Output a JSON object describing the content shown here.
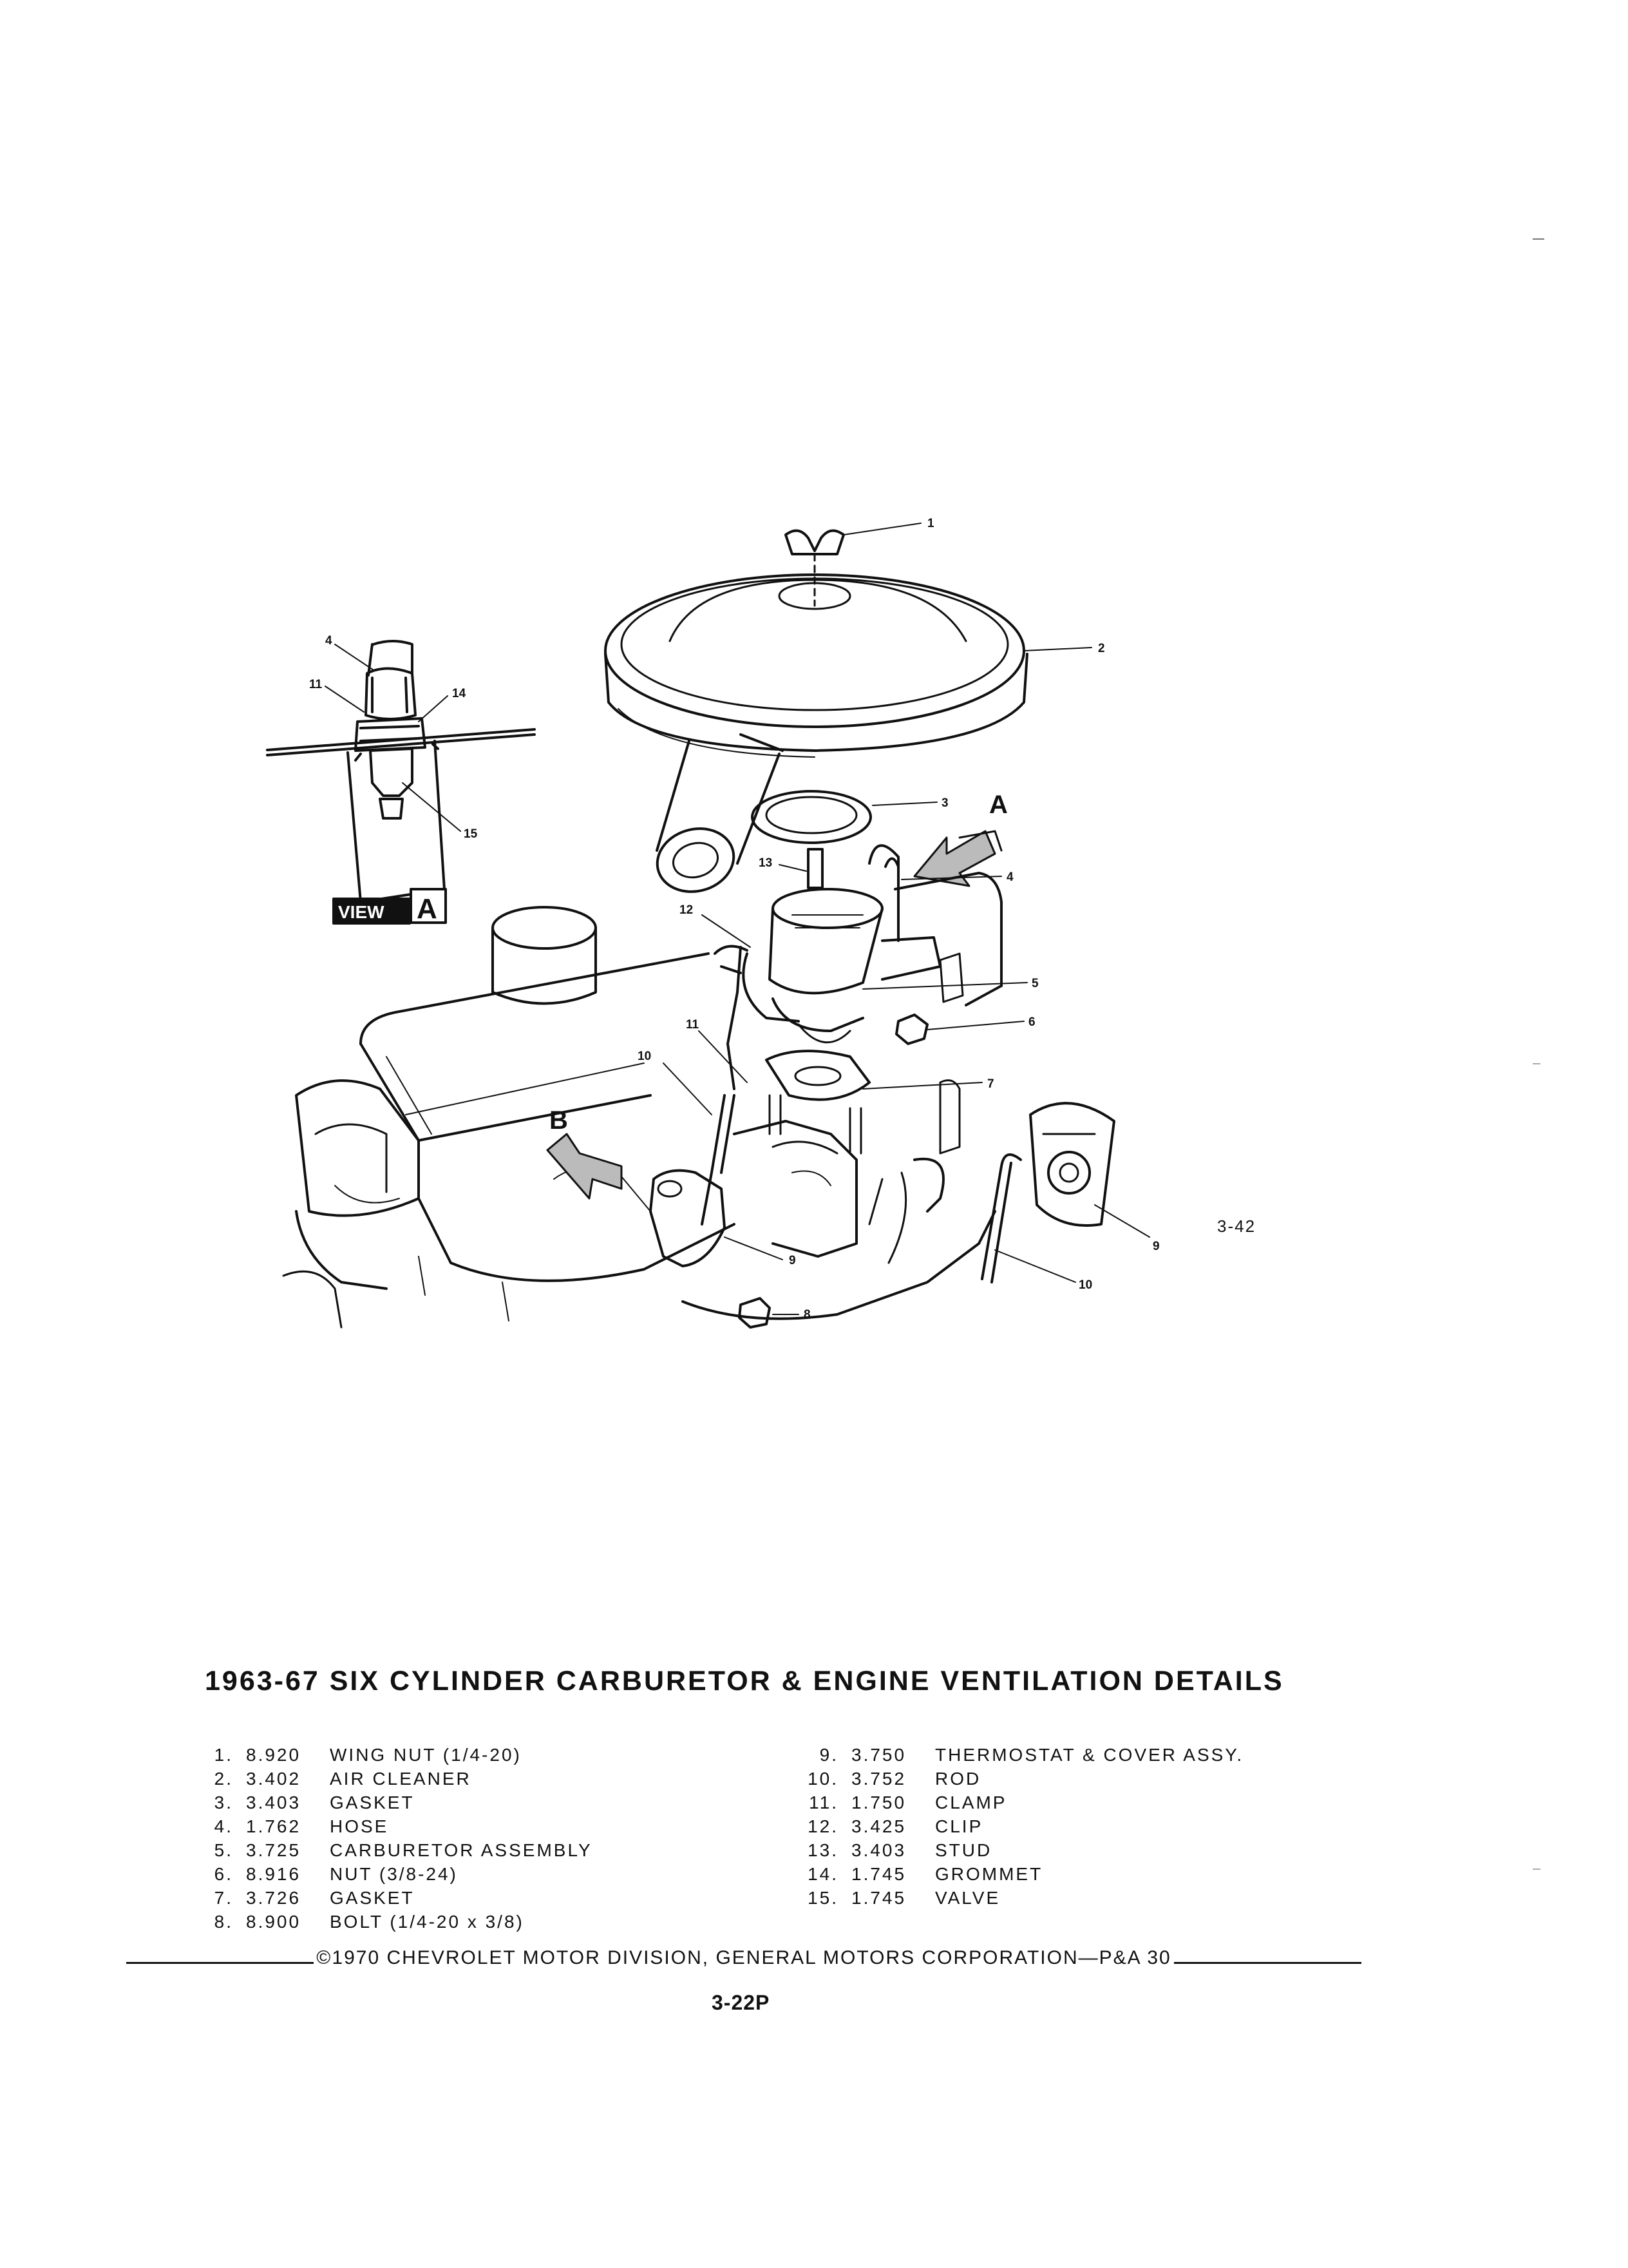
{
  "title": "1963-67 SIX CYLINDER CARBURETOR & ENGINE VENTILATION DETAILS",
  "figure_ref": "3-42",
  "view_label": {
    "word": "VIEW",
    "letter": "A"
  },
  "markers": {
    "a": "A",
    "b": "B"
  },
  "callouts": {
    "c1": "1",
    "c2": "2",
    "c3": "3",
    "c4": "4",
    "c5": "5",
    "c6": "6",
    "c7": "7",
    "c8": "8",
    "c9": "9",
    "c9b": "9",
    "c10": "10",
    "c10b": "10",
    "c11": "11",
    "c12": "12",
    "c13": "13",
    "v4": "4",
    "v11": "11",
    "v14": "14",
    "v15": "15"
  },
  "parts_left": [
    {
      "num": "1.",
      "code": "8.920",
      "name": "WING NUT (1/4-20)"
    },
    {
      "num": "2.",
      "code": "3.402",
      "name": "AIR CLEANER"
    },
    {
      "num": "3.",
      "code": "3.403",
      "name": "GASKET"
    },
    {
      "num": "4.",
      "code": "1.762",
      "name": "HOSE"
    },
    {
      "num": "5.",
      "code": "3.725",
      "name": "CARBURETOR ASSEMBLY"
    },
    {
      "num": "6.",
      "code": "8.916",
      "name": "NUT (3/8-24)"
    },
    {
      "num": "7.",
      "code": "3.726",
      "name": "GASKET"
    },
    {
      "num": "8.",
      "code": "8.900",
      "name": "BOLT (1/4-20 x 3/8)"
    }
  ],
  "parts_right": [
    {
      "num": "9.",
      "code": "3.750",
      "name": "THERMOSTAT & COVER ASSY."
    },
    {
      "num": "10.",
      "code": "3.752",
      "name": "ROD"
    },
    {
      "num": "11.",
      "code": "1.750",
      "name": "CLAMP"
    },
    {
      "num": "12.",
      "code": "3.425",
      "name": "CLIP"
    },
    {
      "num": "13.",
      "code": "3.403",
      "name": "STUD"
    },
    {
      "num": "14.",
      "code": "1.745",
      "name": "GROMMET"
    },
    {
      "num": "15.",
      "code": "1.745",
      "name": "VALVE"
    }
  ],
  "footer": "©1970 CHEVROLET MOTOR DIVISION, GENERAL MOTORS CORPORATION—P&A 30",
  "page_number": "3-22P"
}
